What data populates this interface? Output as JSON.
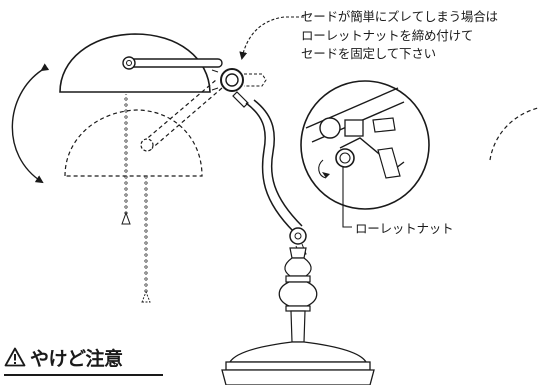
{
  "instruction_note": {
    "lines": [
      "セードが簡単にズレてしまう場合は",
      "ローレットナットを締め付けて",
      "セードを固定して下さい"
    ]
  },
  "knurled_nut_label": "ローレットナット",
  "warning": {
    "symbol": "⚠",
    "title": "やけど注意"
  }
}
